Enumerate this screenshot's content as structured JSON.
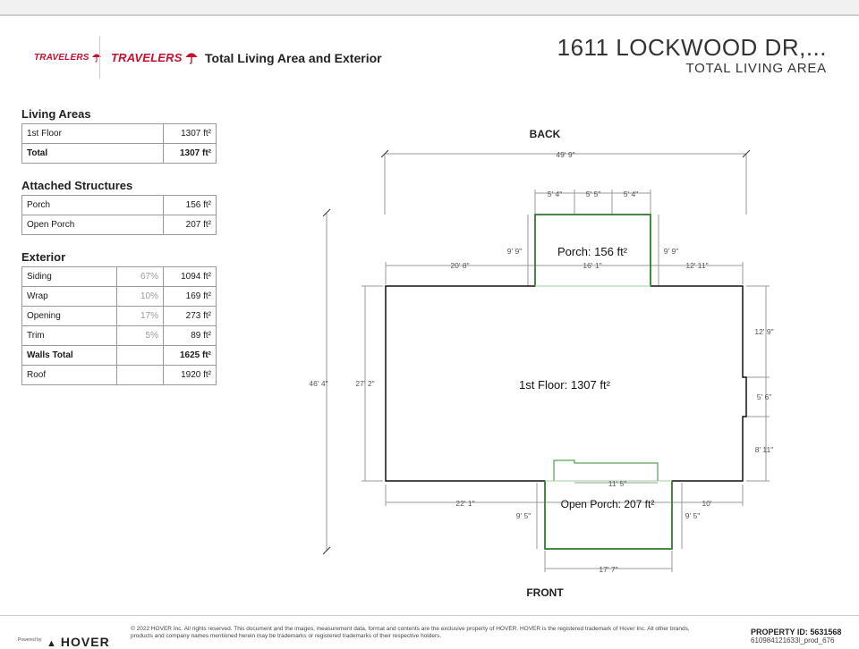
{
  "header": {
    "brand_small": "TRAVELERS",
    "brand_large": "TRAVELERS",
    "title": "Total Living Area and Exterior",
    "address": "1611 LOCKWOOD DR,...",
    "subtitle": "TOTAL LIVING AREA"
  },
  "living_areas": {
    "title": "Living Areas",
    "rows": [
      {
        "label": "1st Floor",
        "value": "1307 ft²"
      },
      {
        "label": "Total",
        "value": "1307 ft²"
      }
    ]
  },
  "attached": {
    "title": "Attached Structures",
    "rows": [
      {
        "label": "Porch",
        "value": "156 ft²"
      },
      {
        "label": "Open Porch",
        "value": "207 ft²"
      }
    ]
  },
  "exterior": {
    "title": "Exterior",
    "rows": [
      {
        "label": "Siding",
        "pct": "67%",
        "value": "1094 ft²"
      },
      {
        "label": "Wrap",
        "pct": "10%",
        "value": "169 ft²"
      },
      {
        "label": "Opening",
        "pct": "17%",
        "value": "273 ft²"
      },
      {
        "label": "Trim",
        "pct": "5%",
        "value": "89 ft²"
      },
      {
        "label": "Walls Total",
        "pct": "",
        "value": "1625 ft²"
      },
      {
        "label": "Roof",
        "pct": "",
        "value": "1920 ft²"
      }
    ]
  },
  "plan": {
    "back_label": "BACK",
    "front_label": "FRONT",
    "rooms": {
      "first_floor": "1st Floor: 1307 ft²",
      "porch": "Porch: 156 ft²",
      "open_porch": "Open Porch: 207 ft²"
    },
    "dims": {
      "overall_width": "49' 9\"",
      "overall_depth": "46' 4\"",
      "porch_seg_left": "5' 4\"",
      "porch_seg_mid": "5' 5\"",
      "porch_seg_right": "5' 4\"",
      "porch_depth_left": "9' 9\"",
      "porch_depth_right": "9' 9\"",
      "back_left": "20' 8\"",
      "back_porch": "16' 1\"",
      "back_right": "12' 11\"",
      "left_depth": "27' 2\"",
      "right_top": "12' 9\"",
      "right_bump": "5' 6\"",
      "right_bottom": "8' 11\"",
      "front_inner": "11' 5\"",
      "front_left": "22' 1\"",
      "front_right": "10'",
      "open_porch_depth_left": "9' 5\"",
      "open_porch_depth_right": "9' 5\"",
      "open_porch_width": "17' 7\""
    }
  },
  "footer": {
    "copyright": "© 2022 HOVER Inc. All rights reserved. This document and the images, measurement data, format and contents are the exclusive property of HOVER. HOVER is the registered trademark of Hover Inc. All other brands, products and company names mentioned herein may be trademarks or registered trademarks of their respective holders.",
    "property_id": "PROPERTY ID: 5631568",
    "property_code": "610984121633l_prod_676",
    "powered_by": "Powered by",
    "hover_brand": "HOVER"
  },
  "colors": {
    "brand_red": "#c8102e",
    "wall": "#111111",
    "porch": "#2e8b2e",
    "dimension": "#9a9a9a"
  }
}
